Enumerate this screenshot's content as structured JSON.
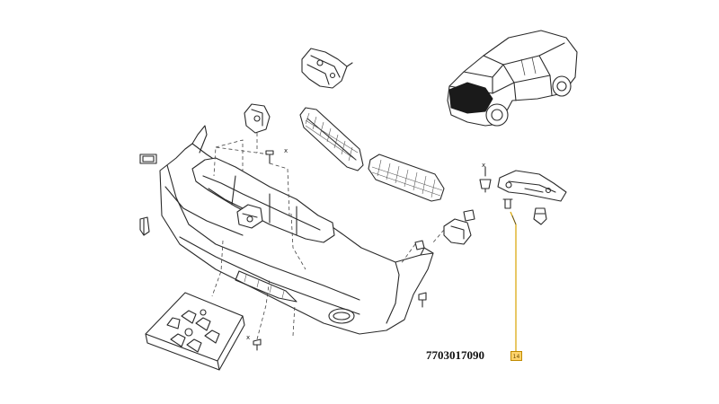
{
  "diagram": {
    "part_number": "7703017090",
    "reference_marker": "14",
    "marker_color": "#ffd36b",
    "leader_color": "#d9a400",
    "callout_marks": [
      "x",
      "x",
      "x"
    ]
  }
}
